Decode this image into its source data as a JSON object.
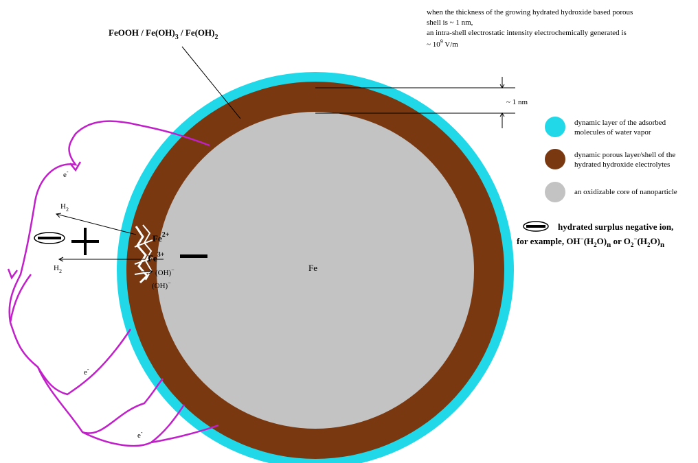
{
  "diagram": {
    "composition_label": {
      "main": "FeOOH / Fe(OH)",
      "sub1": "3",
      "mid": " / Fe(OH)",
      "sub2": "2"
    },
    "note": {
      "line1": "when the thickness of the growing hydrated hydroxide based porous",
      "line2": "shell  is  ~ 1 nm,",
      "line3": "an intra-shell electrostatic intensity electrochemically generated is",
      "line4_prefix": "~ 10",
      "line4_sup": "9",
      "line4_suffix": "  V/m"
    },
    "thickness_label": "~ 1 nm",
    "core_label": "Fe",
    "legend": [
      {
        "id": "water",
        "color": "#21d8e8",
        "line1": "dynamic layer of the adsorbed",
        "line2": "molecules of water vapor"
      },
      {
        "id": "shell",
        "color": "#7a3810",
        "line1": "dynamic porous layer/shell of the",
        "line2": "hydrated hydroxide electrolytes"
      },
      {
        "id": "core",
        "color": "#c3c3c3",
        "line1": "an oxidizable core of nanoparticle",
        "line2": ""
      }
    ],
    "negative_ion": {
      "title": "hydrated surplus negative ion,",
      "example_prefix": "for example, OH",
      "minus": "−",
      "h2o_open": "(H",
      "h2o_sub": "2",
      "h2o_close": "O)",
      "n": "n",
      "or": " or O",
      "o2_sub": "2",
      "o2_sup": "−",
      "h2o_open_2": "(H",
      "h2o_sub_2": "2",
      "h2o_close_2": "O)",
      "n_2": "n"
    },
    "ions": {
      "fe2": "Fe",
      "fe2_sup": "2+",
      "fe3": "Fe",
      "fe3_sup": "3+",
      "oh1": "(OH)",
      "oh1_sup": "−",
      "oh2": "(OH)",
      "oh2_sup": "−"
    },
    "hydrogen": {
      "h": "H",
      "sub": "2"
    },
    "electron": {
      "e": "e",
      "sup": "-"
    },
    "colors": {
      "water_layer": "#21d8e8",
      "shell": "#7a3810",
      "core": "#c3c3c3",
      "electron_path": "#c020c8"
    }
  }
}
